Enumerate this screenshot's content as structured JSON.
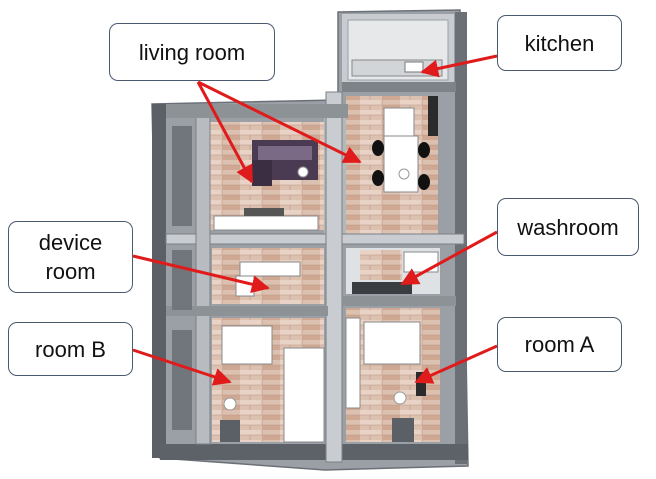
{
  "labels": {
    "living_room": "living room",
    "kitchen": "kitchen",
    "device_room_line1": "device",
    "device_room_line2": "room",
    "washroom": "washroom",
    "room_b": "room B",
    "room_a": "room A"
  },
  "colors": {
    "arrow": "#e01b1b",
    "callout_border": "#4a5a6e",
    "wall": "#8a9096",
    "wall_dark": "#4a4f55",
    "floor_wood": "#d9b8a6",
    "sofa": "#4a3a52"
  }
}
